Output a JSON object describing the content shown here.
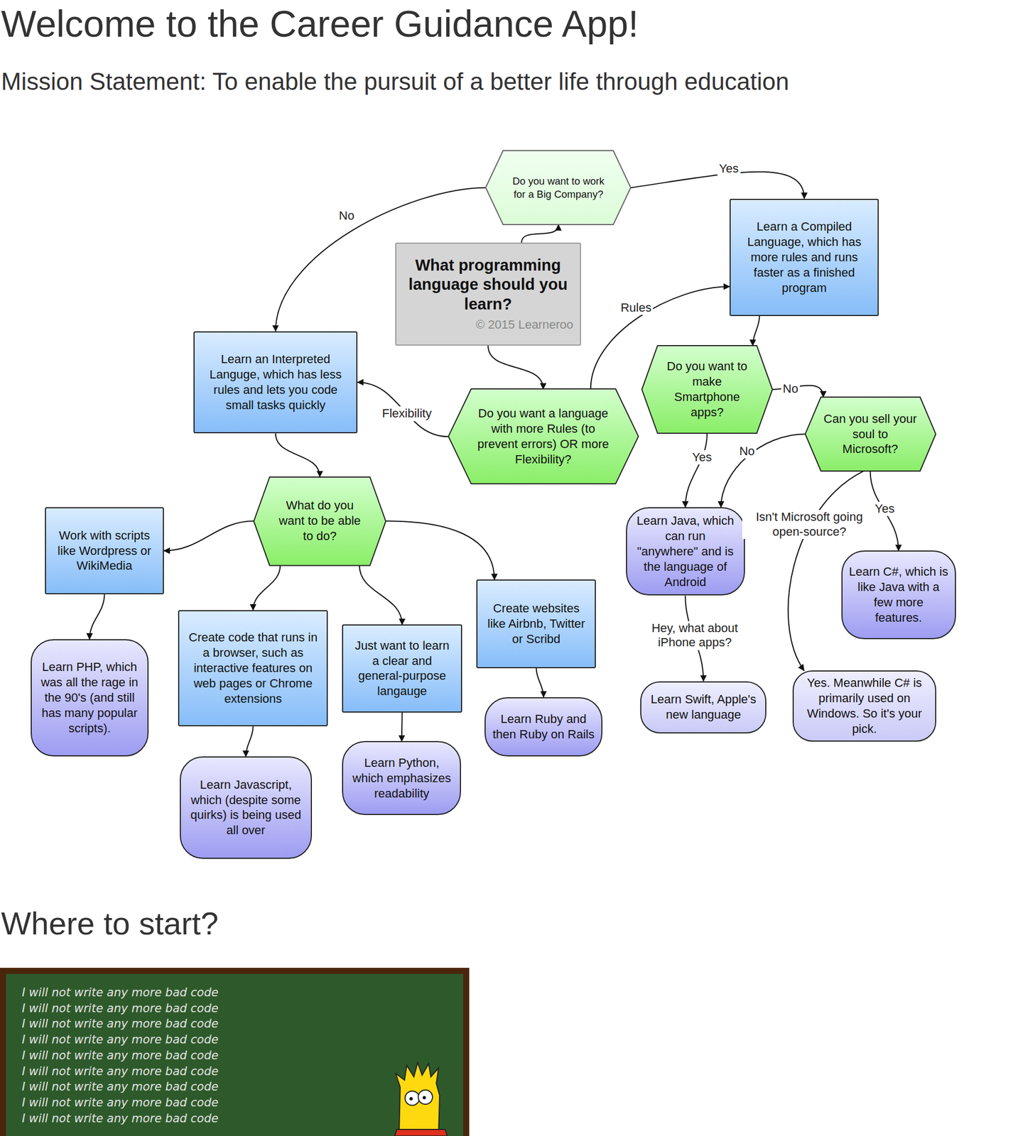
{
  "diagram": {
    "title": "Welcome to the Career Guidance App!",
    "nodes": [
      {
        "text": [
          "Do you want to work for a Big Company?"
        ]
      },
      {
        "text": [
          "What programming language should you learn?",
          "© 2015 Learneroo"
        ]
      },
      {
        "text": [
          "Learn a Compiled Language, which has more rules and runs faster as a finished program"
        ]
      },
      {
        "text": [
          "Learn an Interpreted Languge, which has less rules and lets you code small tasks quickly"
        ]
      },
      {
        "text": [
          "Do you want a language with more Rules (to prevent errors) OR more Flexibility?"
        ]
      },
      {
        "text": [
          "Do you want to make Smartphone apps?"
        ]
      },
      {
        "text": [
          "Can you sell your soul to Microsoft?"
        ]
      },
      {
        "text": [
          "What do you want to be able to do?"
        ]
      },
      {
        "text": [
          "Work with scripts like Wordpress or WikiMedia"
        ]
      },
      {
        "text": [
          "Create code that runs in a browser, such as interactive features on web pages or Chrome extensions"
        ]
      },
      {
        "text": [
          "Just want to learn a clear and general-purpose langauge"
        ]
      },
      {
        "text": [
          "Create websites like Airbnb, Twitter or Scribd"
        ]
      },
      {
        "text": [
          "Learn Java, which can run \"anywhere\" and is the language of Android"
        ]
      },
      {
        "text": [
          "Learn C#, which is like Java with a few more features."
        ]
      },
      {
        "text": [
          "Learn PHP, which was all the rage in the 90's (and still has many popular scripts)."
        ]
      },
      {
        "text": [
          "Learn Javascript, which (despite some quirks) is being used all over"
        ]
      },
      {
        "text": [
          "Learn Python, which emphasizes readability"
        ]
      },
      {
        "text": [
          "Learn Ruby and then Ruby on Rails"
        ]
      },
      {
        "text": [
          "Learn Swift, Apple's new language"
        ]
      },
      {
        "text": [
          "Yes. Meanwhile C# is primarily used on Windows. So it's your pick."
        ]
      }
    ],
    "edges": [
      {
        "from": 1,
        "to": 0,
        "arrow": "to"
      },
      {
        "from": 0,
        "to": 2,
        "label": "Yes",
        "arrow": "to"
      },
      {
        "from": 0,
        "to": 3,
        "label": "No",
        "arrow": "to"
      },
      {
        "from": 1,
        "to": 4,
        "arrow": "to"
      },
      {
        "from": 4,
        "to": 2,
        "label": "Rules",
        "arrow": "to"
      },
      {
        "from": 4,
        "to": 3,
        "label": "Flexibility",
        "arrow": "to"
      },
      {
        "from": 2,
        "to": 5,
        "arrow": "to"
      },
      {
        "from": 5,
        "to": 12,
        "label": "Yes",
        "arrow": "to"
      },
      {
        "from": 5,
        "to": 6,
        "label": "No",
        "arrow": "to"
      },
      {
        "from": 6,
        "to": 12,
        "label": "No",
        "arrow": "to"
      },
      {
        "from": 6,
        "to": 13,
        "label": "Yes",
        "arrow": "to"
      },
      {
        "from": 6,
        "to": 19,
        "label": "Isn't Microsoft going open-source?",
        "arrow": "to"
      },
      {
        "from": 12,
        "to": 18,
        "label": "Hey, what about iPhone apps?",
        "arrow": "to"
      },
      {
        "from": 3,
        "to": 7,
        "arrow": "to"
      },
      {
        "from": 7,
        "to": 8,
        "arrow": "to"
      },
      {
        "from": 7,
        "to": 9,
        "arrow": "to"
      },
      {
        "from": 7,
        "to": 10,
        "arrow": "to"
      },
      {
        "from": 7,
        "to": 11,
        "arrow": "to"
      },
      {
        "from": 8,
        "to": 14,
        "arrow": "to"
      },
      {
        "from": 9,
        "to": 15,
        "arrow": "to"
      },
      {
        "from": 10,
        "to": 16,
        "arrow": "to"
      },
      {
        "from": 11,
        "to": 17,
        "arrow": "to"
      }
    ],
    "labels": [
      "Mission Statement: To enable the pursuit of a better life through education",
      "Where to start?",
      "I will not write any more bad code",
      "I will not write any more bad code",
      "I will not write any more bad code",
      "I will not write any more bad code",
      "I will not write any more bad code",
      "I will not write any more bad code",
      "I will not write any more bad code",
      "I will not write any more bad code",
      "I will not write any more bad code"
    ]
  }
}
